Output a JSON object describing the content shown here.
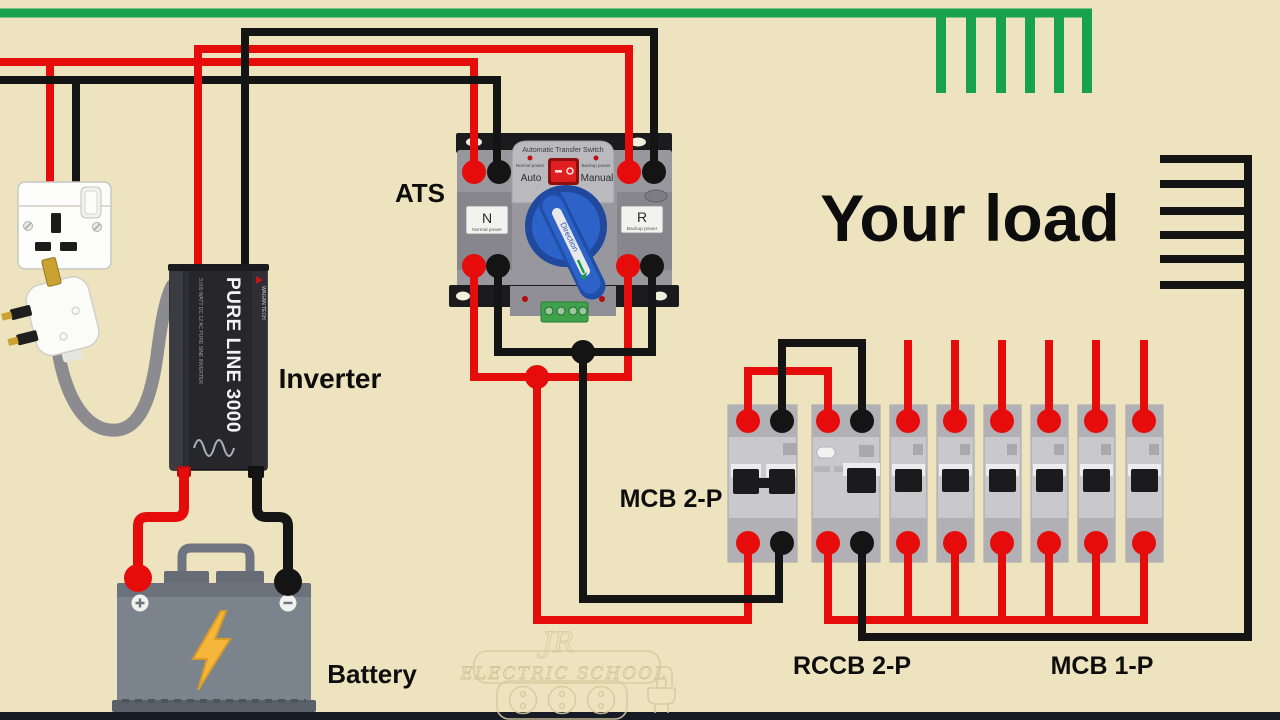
{
  "colors": {
    "background": "#EDE3BE",
    "live_wire": "#E60C0C",
    "neutral_wire": "#141414",
    "earth_wire": "#18A24D",
    "bottom_bar": "#161B25"
  },
  "labels": {
    "ats": "ATS",
    "inverter": "Inverter",
    "battery": "Battery",
    "mcb_2p": "MCB 2-P",
    "rccb_2p": "RCCB 2-P",
    "mcb_1p": "MCB 1-P",
    "your_load": "Your load"
  },
  "ats": {
    "title": "Automatic Transfer Switch",
    "left_led_label": "Normal power",
    "right_led_label": "Backup power",
    "mode_auto": "Auto",
    "mode_manual": "Manual",
    "n_terminal": "N",
    "n_terminal_sub": "Normal power",
    "r_terminal": "R",
    "r_terminal_sub": "Backup power",
    "knob_label": "Direction"
  },
  "inverter": {
    "model": "PURE LINE 3000",
    "spec": "3,000 WATT DC 12 AC PURE SINE INVERTER",
    "brand": "WAGAN TECH"
  },
  "watermark": {
    "monogram": "JR",
    "name": "ELECTRIC SCHOOL"
  }
}
